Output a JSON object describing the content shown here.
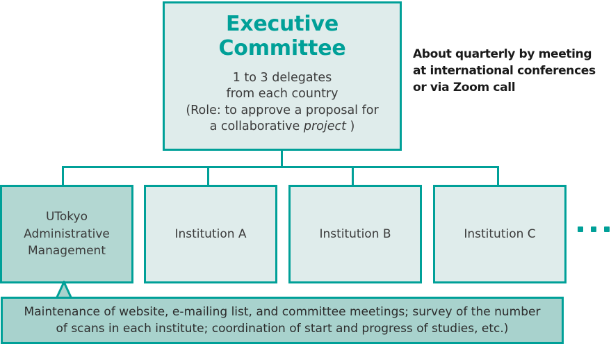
{
  "colors": {
    "teal": "#00a098",
    "box_fill_light": "#dfeceb",
    "box_fill_medium": "#b3d7d2",
    "caption_fill": "#a8d2cd",
    "text_dark": "#3b3b3b"
  },
  "exec": {
    "title_line1": "Executive",
    "title_line2": "Committee",
    "body_line1": "1 to 3 delegates",
    "body_line2": "from each country",
    "body_line3": "(Role: to approve a proposal for",
    "body_line4_pre": "a collaborative ",
    "body_line4_italic": "project",
    "body_line4_post": " )"
  },
  "side_note": {
    "line1": "About quarterly by meeting",
    "line2": "at international conferences",
    "line3": "or via Zoom call"
  },
  "children": [
    {
      "id": "utokyo",
      "line1": "UTokyo",
      "line2": "Administrative",
      "line3": "Management",
      "highlighted": true
    },
    {
      "id": "institution-a",
      "label": "Institution A",
      "highlighted": false
    },
    {
      "id": "institution-b",
      "label": "Institution B",
      "highlighted": false
    },
    {
      "id": "institution-c",
      "label": "Institution C",
      "highlighted": false
    }
  ],
  "ellipsis": "dots-more-institutions",
  "caption": {
    "line1": "Maintenance of website, e-mailing list, and committee meetings;  survey of the number",
    "line2": "of scans in each institute;  coordination of start and progress of studies, etc.)"
  }
}
